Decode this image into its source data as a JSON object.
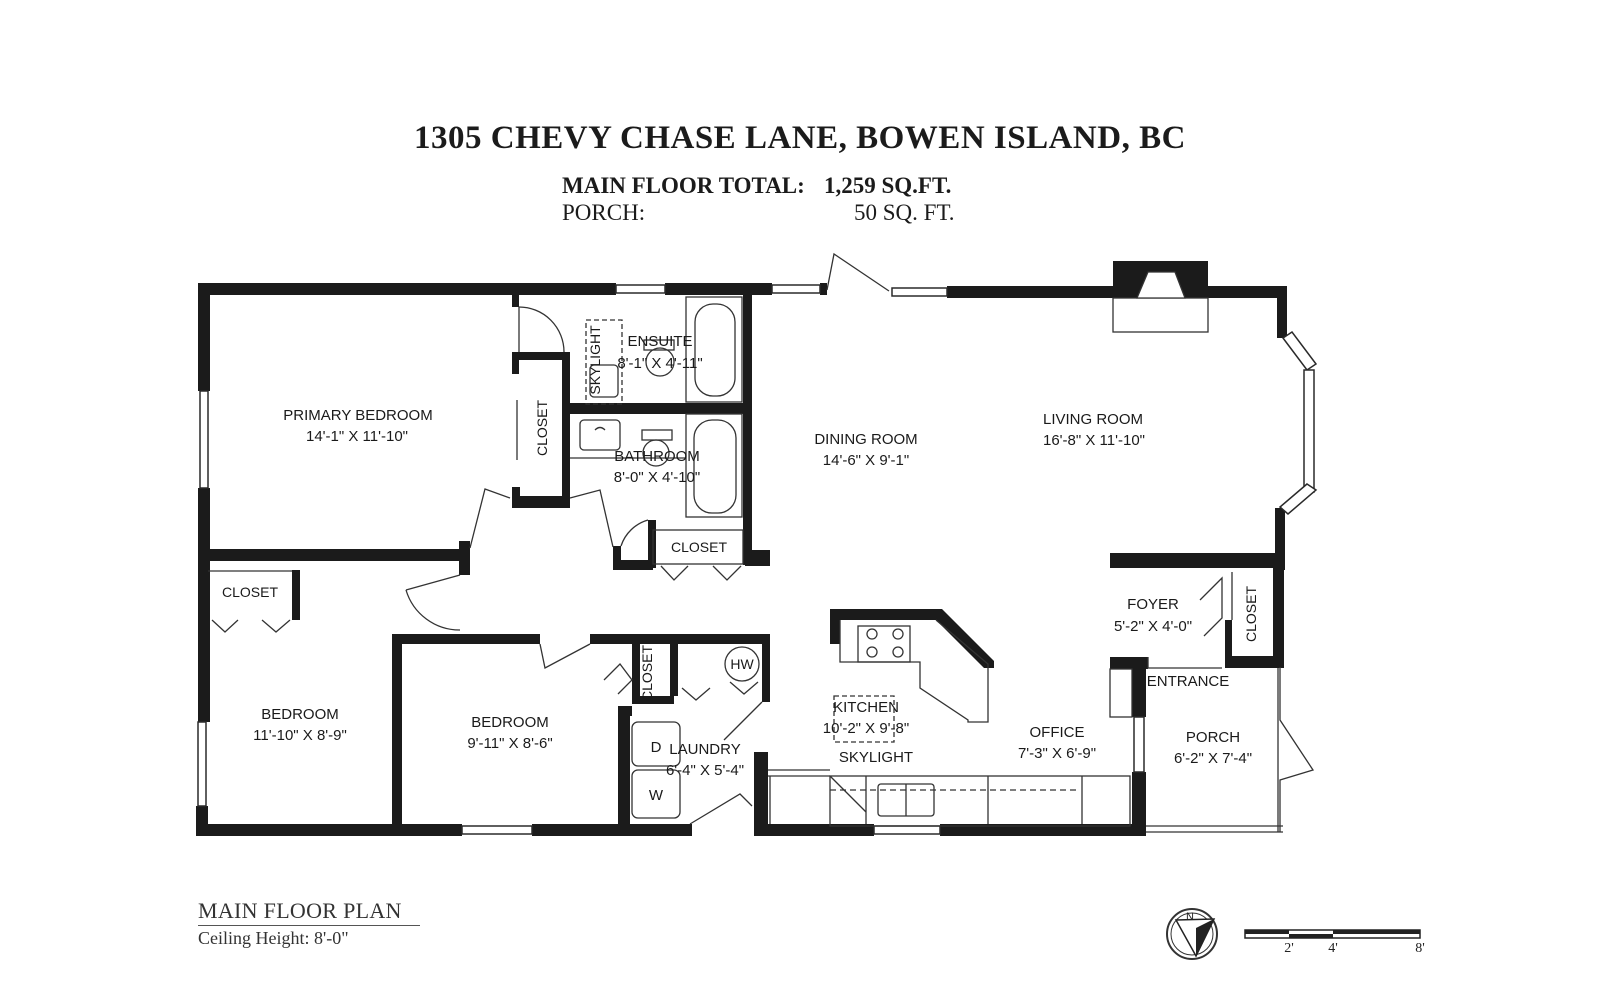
{
  "header": {
    "title": "1305 CHEVY CHASE LANE, BOWEN ISLAND, BC",
    "main_floor_label": "MAIN FLOOR TOTAL:",
    "main_floor_value": "1,259 SQ.FT.",
    "porch_label": "PORCH:",
    "porch_value": "50 SQ. FT."
  },
  "rooms": {
    "primary_bedroom": {
      "name": "PRIMARY BEDROOM",
      "dims": "14'-1\" X 11'-10\""
    },
    "ensuite": {
      "name": "ENSUITE",
      "dims": "8'-1\" X 4'-11\""
    },
    "skylight_ensuite": {
      "name": "SKYLIGHT"
    },
    "closet_primary": {
      "name": "CLOSET"
    },
    "bathroom": {
      "name": "BATHROOM",
      "dims": "8'-0\" X 4'-10\""
    },
    "closet_hall": {
      "name": "CLOSET"
    },
    "dining_room": {
      "name": "DINING ROOM",
      "dims": "14'-6\" X 9'-1\""
    },
    "living_room": {
      "name": "LIVING ROOM",
      "dims": "16'-8\" X 11'-10\""
    },
    "closet_bedroom": {
      "name": "CLOSET"
    },
    "bedroom_left": {
      "name": "BEDROOM",
      "dims": "11'-10\" X 8'-9\""
    },
    "bedroom_mid": {
      "name": "BEDROOM",
      "dims": "9'-11\" X 8'-6\""
    },
    "closet_mid": {
      "name": "CLOSET"
    },
    "hw": {
      "name": "HW"
    },
    "laundry": {
      "name": "LAUNDRY",
      "dims": "6'-4\" X 5'-4\""
    },
    "dryer": {
      "name": "D"
    },
    "washer": {
      "name": "W"
    },
    "kitchen": {
      "name": "KITCHEN",
      "dims": "10'-2\" X 9'-8\""
    },
    "skylight_kitchen": {
      "name": "SKYLIGHT"
    },
    "office": {
      "name": "OFFICE",
      "dims": "7'-3\" X 6'-9\""
    },
    "foyer": {
      "name": "FOYER",
      "dims": "5'-2\" X 4'-0\""
    },
    "closet_foyer": {
      "name": "CLOSET"
    },
    "entrance": {
      "name": "ENTRANCE"
    },
    "porch": {
      "name": "PORCH",
      "dims": "6'-2\" X 7'-4\""
    }
  },
  "footer": {
    "plan_title": "MAIN FLOOR PLAN",
    "ceiling": "Ceiling Height: 8'-0\"",
    "north": "N",
    "scale_labels": [
      "2'",
      "4'",
      "8'"
    ]
  }
}
